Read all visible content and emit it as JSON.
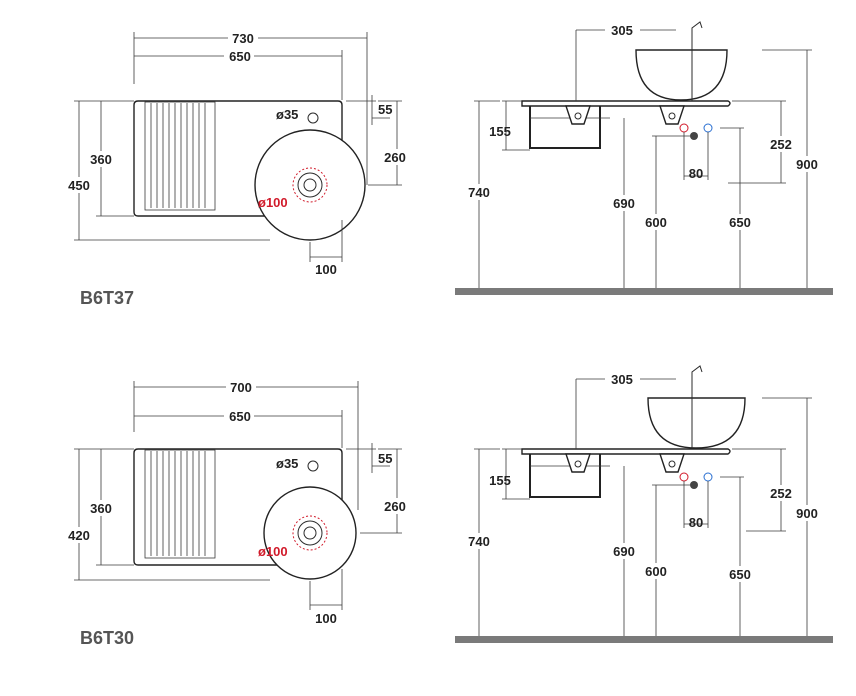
{
  "drawings": [
    {
      "model": "B6T37",
      "top_view": {
        "overall_width": "730",
        "top_width": "650",
        "hole_diameter": "ø35",
        "offset_top": "55",
        "basin_depth": "260",
        "inner_depth": "360",
        "overall_depth": "450",
        "drain_diameter": "ø100",
        "drain_offset": "100"
      },
      "side_view": {
        "bowl_offset": "305",
        "towel_rail_height": "155",
        "top_height": "740",
        "rail_height": "690",
        "drain_height": "600",
        "outlet_height": "650",
        "supply_spacing": "80",
        "bowl_height": "252",
        "overall_height": "900"
      }
    },
    {
      "model": "B6T30",
      "top_view": {
        "overall_width": "700",
        "top_width": "650",
        "hole_diameter": "ø35",
        "offset_top": "55",
        "basin_depth": "260",
        "inner_depth": "360",
        "overall_depth": "420",
        "drain_diameter": "ø100",
        "drain_offset": "100"
      },
      "side_view": {
        "bowl_offset": "305",
        "towel_rail_height": "155",
        "top_height": "740",
        "rail_height": "690",
        "drain_height": "600",
        "outlet_height": "650",
        "supply_spacing": "80",
        "bowl_height": "252",
        "overall_height": "900"
      }
    }
  ],
  "colors": {
    "line": "#222222",
    "accent": "#d11a2a",
    "floor": "#7a7a7a",
    "supply_hot": "#d11a2a",
    "supply_cold": "#2a6fd1"
  }
}
